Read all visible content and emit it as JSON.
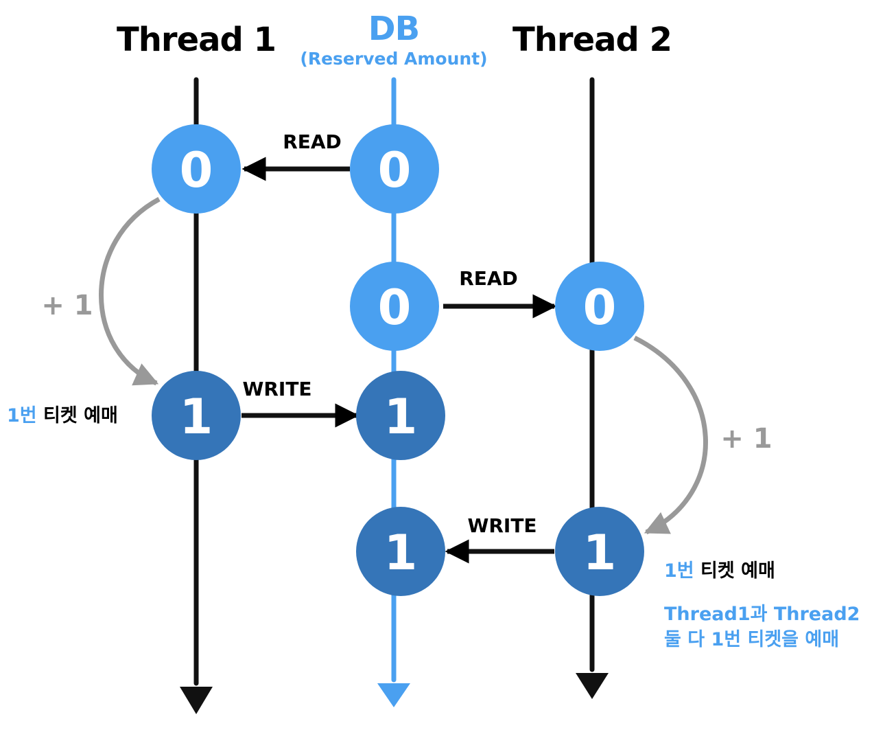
{
  "columns": {
    "thread1": {
      "label": "Thread 1"
    },
    "db": {
      "label": "DB",
      "sublabel": "(Reserved Amount)"
    },
    "thread2": {
      "label": "Thread 2"
    }
  },
  "nodes": {
    "t1_read": "0",
    "db_first": "0",
    "db_second": "0",
    "t2_read": "0",
    "t1_write": "1",
    "db_third": "1",
    "db_fourth": "1",
    "t2_write": "1"
  },
  "operations": {
    "read1": "READ",
    "read2": "READ",
    "write1": "WRITE",
    "write2": "WRITE"
  },
  "increments": {
    "thread1": "+ 1",
    "thread2": "+ 1"
  },
  "notes": {
    "thread1": {
      "prefix": "1번",
      "suffix": " 티켓 예매"
    },
    "thread2": {
      "prefix": "1번",
      "suffix": " 티켓 예매"
    },
    "conclusion_line1": "Thread1과 Thread2",
    "conclusion_line2": "둘 다 1번 티켓을 예매"
  },
  "colors": {
    "dark": "#000000",
    "accent": "#4aa0f0",
    "node_light": "#4aa0f0",
    "node_dark": "#3575b8",
    "gray": "#999999"
  }
}
